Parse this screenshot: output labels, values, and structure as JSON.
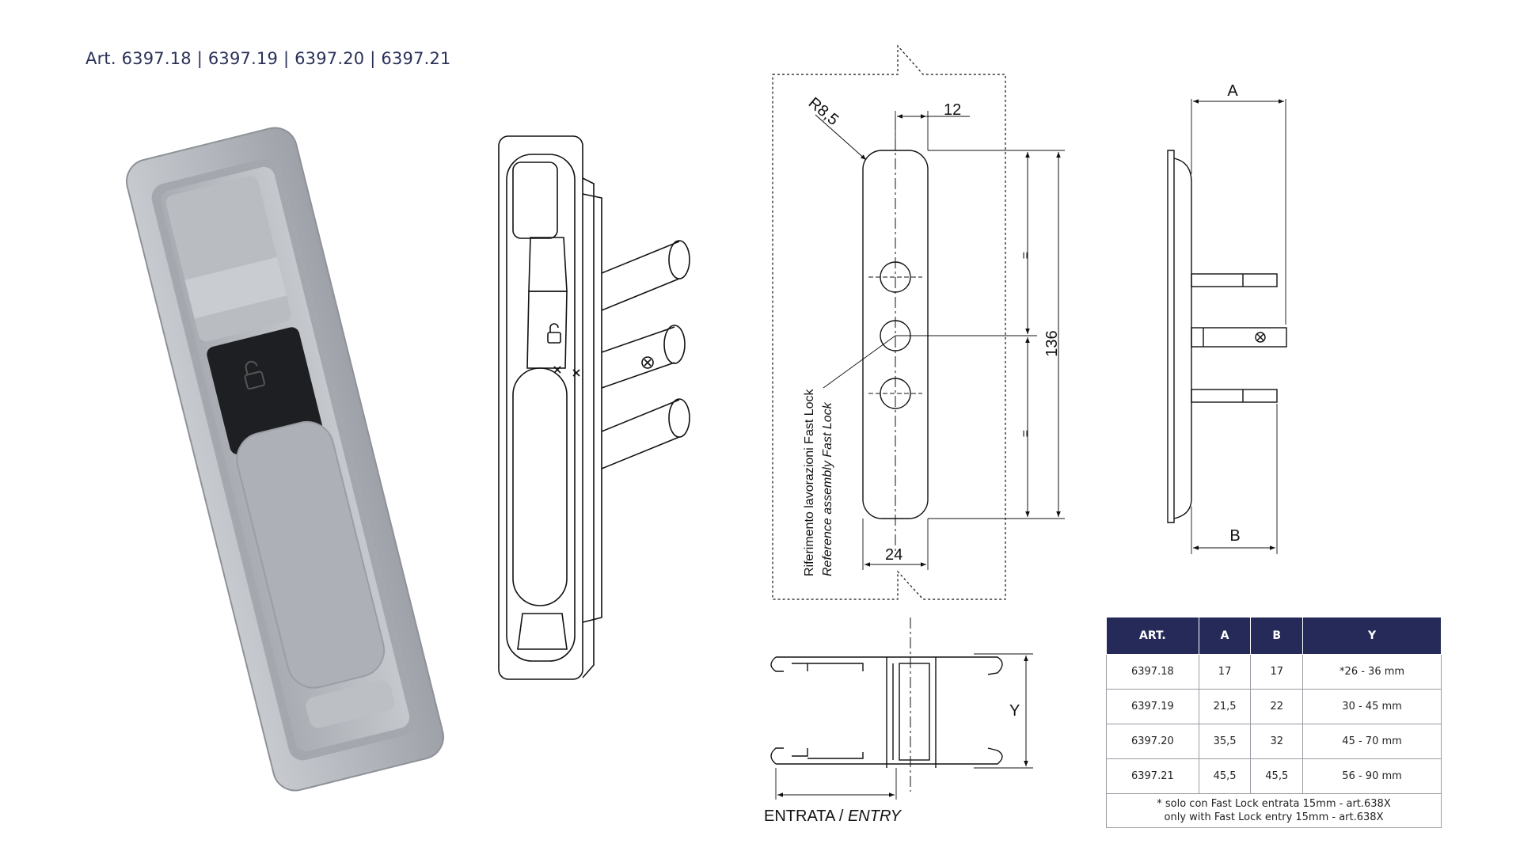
{
  "header": {
    "title": "Art.  6397.18 | 6397.19 | 6397.20 | 6397.21"
  },
  "drawing": {
    "dim_radius": "R8,5",
    "dim_12": "12",
    "dim_24": "24",
    "dim_136": "136",
    "equal_mark": "=",
    "reference_it": "Riferimento lavorazioni Fast Lock",
    "reference_en": "Reference assembly Fast Lock",
    "dim_a": "A",
    "dim_b": "B",
    "dim_y": "Y",
    "entry_it": "ENTRATA / ",
    "entry_en": "ENTRY"
  },
  "table": {
    "headers": [
      "ART.",
      "A",
      "B",
      "Y"
    ],
    "rows": [
      [
        "6397.18",
        "17",
        "17",
        "*26 - 36  mm"
      ],
      [
        "6397.19",
        "21,5",
        "22",
        "30 - 45  mm"
      ],
      [
        "6397.20",
        "35,5",
        "32",
        "45 - 70  mm"
      ],
      [
        "6397.21",
        "45,5",
        "45,5",
        "56 - 90 mm"
      ]
    ],
    "note_it": "* solo con Fast Lock entrata 15mm - art.638X",
    "note_en": "only with Fast Lock entry 15mm - art.638X"
  },
  "colors": {
    "title": "#2a3158",
    "table_header": "#252a58",
    "handle_silver": "#b8bcc2",
    "lock_black": "#1e1f22"
  }
}
